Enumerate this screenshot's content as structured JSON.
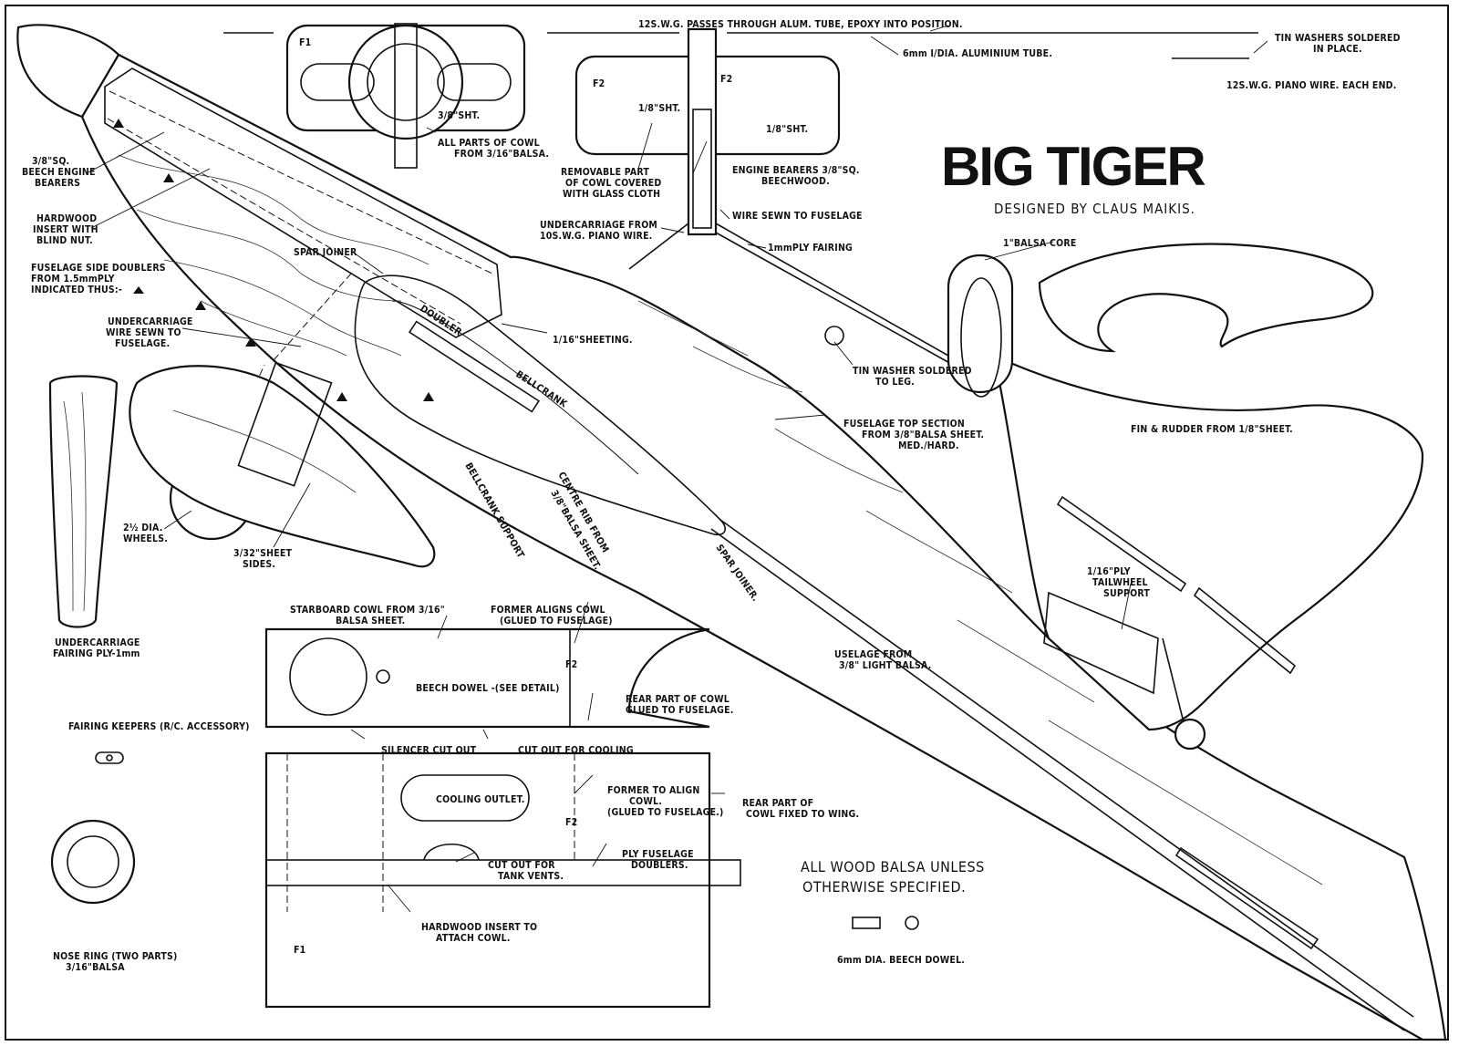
{
  "title": "BIG TIGER",
  "designer": "DESIGNED BY  CLAUS MAIKIS.",
  "general_note": [
    "ALL WOOD BALSA UNLESS",
    "OTHERWISE SPECIFIED."
  ],
  "former_labels": {
    "f1": "F1",
    "f2": "F2"
  },
  "top_labels": {
    "wire_passes": "12S.W.G. PASSES THROUGH ALUM. TUBE, EPOXY INTO POSITION.",
    "alu_tube": "6mm I/DIA. ALUMINIUM TUBE.",
    "tin_washers": [
      "TIN WASHERS SOLDERED",
      "IN PLACE."
    ],
    "piano_wire": "12S.W.G. PIANO WIRE. EACH END.",
    "f1_sheet": "3/8\"SHT.",
    "cowl_parts": [
      "ALL PARTS OF COWL",
      "FROM 3/16\"BALSA."
    ],
    "f2_sheet_left": "1/8\"SHT.",
    "f2_sheet_right": "1/8\"SHT.",
    "removable_cowl": [
      "REMOVABLE PART",
      "OF COWL COVERED",
      "WITH GLASS CLOTH"
    ],
    "engine_bearers_beech": [
      "ENGINE BEARERS 3/8\"SQ.",
      "BEECHWOOD."
    ],
    "wire_sewn": "WIRE SEWN TO FUSELAGE",
    "undercarriage_wire": [
      "UNDERCARRIAGE FROM",
      "10S.W.G. PIANO WIRE."
    ],
    "ply_fairing": "1mmPLY FAIRING",
    "balsa_core": "1\"BALSA CORE",
    "tin_washer_leg": [
      "TIN WASHER SOLDERED",
      "TO LEG."
    ]
  },
  "left_labels": {
    "beech_bearers": [
      "3/8\"SQ.",
      "BEECH ENGINE",
      "BEARERS"
    ],
    "hardwood_insert": [
      "HARDWOOD",
      "INSERT WITH",
      "BLIND NUT."
    ],
    "side_doublers": [
      "FUSELAGE SIDE DOUBLERS",
      "FROM 1.5mmPLY",
      "INDICATED THUS:-"
    ],
    "uc_wire_sewn": [
      "UNDERCARRIAGE",
      "WIRE SEWN TO",
      "FUSELAGE."
    ],
    "wheels": [
      "2½ DIA.",
      "WHEELS."
    ],
    "sheet_sides": [
      "3/32\"SHEET",
      "SIDES."
    ],
    "uc_fairing": [
      "UNDERCARRIAGE",
      "FAIRING PLY-1mm"
    ],
    "fairing_keepers": "FAIRING KEEPERS (R/C. ACCESSORY)",
    "nose_ring": [
      "NOSE RING (TWO PARTS)",
      "3/16\"BALSA"
    ]
  },
  "fuselage_labels": {
    "spar_joiner": "SPAR JOINER",
    "doubler": "DOUBLER",
    "sheeting": "1/16\"SHEETING.",
    "bellcrank": "BELLCRANK",
    "bellcrank_support": "BELLCRANK SUPPORT",
    "centre_rib": [
      "CENTRE RIB FROM",
      "3/8\"BALSA SHEET."
    ],
    "spar_joiner_2": "SPAR JOINER.",
    "top_section": [
      "FUSELAGE TOP SECTION",
      "FROM 3/8\"BALSA SHEET.",
      "MED./HARD."
    ],
    "fin_rudder": "FIN & RUDDER FROM 1/8\"SHEET.",
    "tailwheel_support": [
      "1/16\"PLY",
      "TAILWHEEL",
      "SUPPORT"
    ],
    "fuselage_balsa": [
      "USELAGE FROM",
      "3/8\" LIGHT BALSA."
    ]
  },
  "cowl_labels": {
    "starboard_cowl": [
      "STARBOARD COWL FROM 3/16\"",
      "BALSA SHEET."
    ],
    "former_aligns": [
      "FORMER ALIGNS COWL",
      "(GLUED TO FUSELAGE)"
    ],
    "beech_dowel": "BEECH DOWEL -(SEE DETAIL)",
    "rear_cowl_glued": [
      "REAR PART OF COWL",
      "GLUED TO FUSELAGE."
    ],
    "silencer": "SILENCER CUT OUT",
    "cooling_cutout": "CUT OUT FOR COOLING",
    "former_align2": [
      "FORMER TO ALIGN",
      "COWL.",
      "(GLUED TO FUSELAGE.)"
    ],
    "rear_cowl_wing": [
      "REAR PART OF",
      "COWL FIXED TO WING."
    ],
    "cooling_outlet": "COOLING OUTLET.",
    "tank_vents": [
      "CUT OUT FOR",
      "TANK VENTS."
    ],
    "ply_doublers": [
      "PLY FUSELAGE",
      "DOUBLERS."
    ],
    "hardwood_attach": [
      "HARDWOOD INSERT TO",
      "ATTACH COWL."
    ],
    "dowel_detail": "6mm DIA. BEECH DOWEL."
  }
}
